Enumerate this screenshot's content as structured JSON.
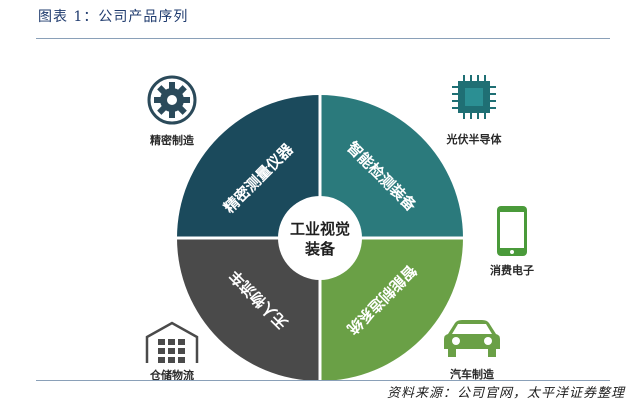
{
  "header": {
    "title": "图表 1：公司产品序列"
  },
  "footer": {
    "source": "资料来源：公司官网，太平洋证券整理"
  },
  "diagram": {
    "center": {
      "line1": "工业视觉",
      "line2": "装备"
    },
    "segments": [
      {
        "label": "精密测量仪器",
        "color": "#1b4a5c"
      },
      {
        "label": "智能检测装备",
        "color": "#2b7a7c"
      },
      {
        "label": "智能制造系统",
        "color": "#6aa046"
      },
      {
        "label": "无人物流车",
        "color": "#4a4a4a"
      }
    ],
    "icons": {
      "gear_label": "精密制造",
      "chip_label": "光伏半导体",
      "phone_label": "消费电子",
      "car_label": "汽车制造",
      "warehouse_label": "仓储物流"
    }
  }
}
